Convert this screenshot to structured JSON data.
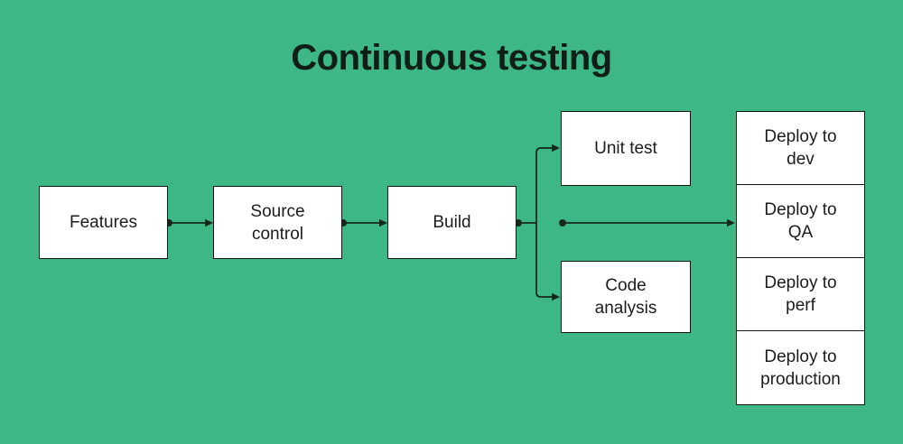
{
  "title": "Continuous testing",
  "colors": {
    "background": "#3eb787",
    "node_fill": "#ffffff",
    "node_border": "#141414",
    "connector": "#16271e",
    "title_color": "#0f1f17",
    "label_color": "#1c1c1c"
  },
  "nodes": [
    {
      "id": "features",
      "label": "Features"
    },
    {
      "id": "source-control",
      "label": "Source\ncontrol"
    },
    {
      "id": "build",
      "label": "Build"
    },
    {
      "id": "unit-test",
      "label": "Unit test"
    },
    {
      "id": "code-analysis",
      "label": "Code\nanalysis"
    },
    {
      "id": "deploy-dev",
      "label": "Deploy to\ndev"
    },
    {
      "id": "deploy-qa",
      "label": "Deploy to\nQA"
    },
    {
      "id": "deploy-perf",
      "label": "Deploy to\nperf"
    },
    {
      "id": "deploy-production",
      "label": "Deploy to\nproduction"
    }
  ]
}
